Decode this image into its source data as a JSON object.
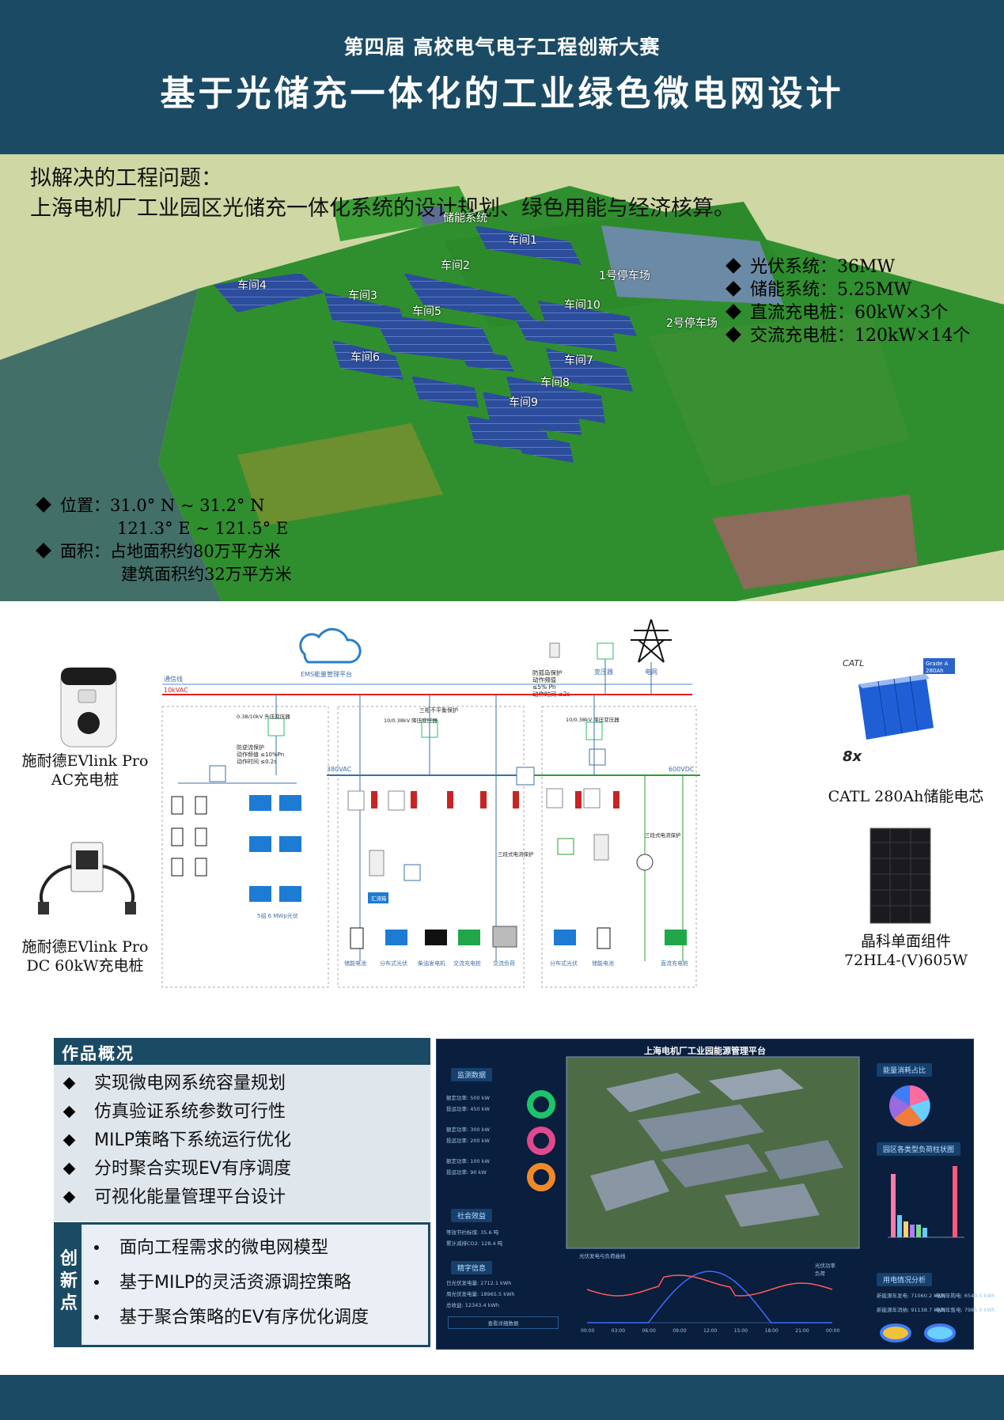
{
  "header": {
    "subtitle": "第四届 高校电气电子工程创新大赛",
    "title": "基于光储充一体化的工业绿色微电网设计"
  },
  "problem": {
    "heading": "拟解决的工程问题：",
    "text": "上海电机厂工业园区光储充一体化系统的设计规划、绿色用能与经济核算。"
  },
  "map_labels": {
    "storage": "储能系统",
    "b1": "车间1",
    "b2": "车间2",
    "b3": "车间3",
    "b4": "车间4",
    "b5": "车间5",
    "b6": "车间6",
    "b7": "车间7",
    "b8": "车间8",
    "b9": "车间9",
    "b10": "车间10",
    "park1": "1号停车场",
    "park2": "2号停车场"
  },
  "specs": [
    "光伏系统：36MW",
    "储能系统：5.25MW",
    "直流充电桩：60kW×3个",
    "交流充电桩：120kW×14个"
  ],
  "location": {
    "line1": "位置：31.0° N ~ 31.2° N",
    "line2": "121.3° E ~ 121.5° E",
    "line3": "面积：占地面积约80万平方米",
    "line4": "建筑面积约32万平方米"
  },
  "devices": {
    "ac_charger_1": "施耐德EVlink Pro",
    "ac_charger_2": "AC充电桩",
    "dc_charger_1": "施耐德EVlink Pro",
    "dc_charger_2": "DC 60kW充电桩",
    "cell_brand": "CATL",
    "cell_grade": "Grade A",
    "cell_capacity": "280Ah",
    "cell_count": "8x",
    "cell_label": "CATL 280Ah储能电芯",
    "module_1": "晶科单面组件",
    "module_2": "72HL4-(V)605W"
  },
  "schematic": {
    "ems": "EMS能量管理平台",
    "comm": "通信线",
    "bus_10kv": "10kVAC",
    "bus_380": "380VAC",
    "bus_600": "600VDC",
    "transformer": "变压器",
    "grid": "电网",
    "protect_grid_1": "防孤岛保护",
    "protect_grid_2": "动作频值",
    "protect_grid_3": "≤5% Pn",
    "protect_grid_4": "动作时间 ≤2s",
    "protect_left_1": "防逆流保护",
    "protect_left_2": "动作频值 ≤10%Pn",
    "protect_left_3": "动作时间 ≤0.2s",
    "tr_left": "0.38/10kV 升压变压器",
    "tr_mid": "10/0.38kV 降压变压器",
    "tr_right": "10/0.38kV 降压变压器",
    "unbal": "三相不平衡保护",
    "pv_left": "5组 6 MWp光伏",
    "bottom": [
      "储能电池",
      "分布式光伏",
      "柴油发电机",
      "交流充电桩",
      "交流负荷",
      "分布式光伏",
      "储能电池",
      "直流充电桩"
    ],
    "ac_prot": "三段式电流保护",
    "dc_prot": "三段式电流保护",
    "pcs": "汇流箱"
  },
  "overview": {
    "heading": "作品概况",
    "items": [
      "实现微电网系统容量规划",
      "仿真验证系统参数可行性",
      "MILP策略下系统运行优化",
      "分时聚合实现EV有序调度",
      "可视化能量管理平台设计"
    ]
  },
  "innovation": {
    "tag": "创新点",
    "items": [
      "面向工程需求的微电网模型",
      "基于MILP的灵活资源调控策略",
      "基于聚合策略的EV有序优化调度"
    ]
  },
  "dashboard": {
    "title": "上海电机厂工业园能源管理平台",
    "monitor": "监测数据",
    "social": "社会效益",
    "stats": "精字信息",
    "energy_share": "能量消耗占比",
    "load_chart": "园区各类型负荷柱状图",
    "power_curve": "光伏发电与负荷曲线",
    "usage": "用电情况分析",
    "mon_rows": [
      "额定功率: 500 kW",
      "投运功率: 450 kW",
      "额定功率: 300 kW",
      "投运功率: 200 kW",
      "额定功率: 100 kW",
      "投运功率: 90 kW"
    ],
    "social_rows": [
      "等效节约标煤: 35.6 吨",
      "累计减排CO2: 128.4 吨"
    ],
    "stat_rows": [
      "日光伏发电量: 2712.1 kWh",
      "周光伏发电量: 18965.5 kWh",
      "总收益: 12343.4 kWh"
    ],
    "btn": "查看详细数据",
    "usage_rows": [
      "新能源年发电: 71060.2 kWh",
      "电网年购电: 6549.0 kWh",
      "新能源年消纳: 91138.7 kWh",
      "电网年售电: 7985.0 kWh"
    ],
    "x_ticks": [
      "00:00",
      "03:00",
      "06:00",
      "09:00",
      "12:00",
      "15:00",
      "18:00",
      "21:00",
      "00:00"
    ],
    "legend": [
      "光伏功率",
      "负荷"
    ],
    "colors": {
      "pv": "#3c6cff",
      "load": "#ff5a5a"
    }
  }
}
